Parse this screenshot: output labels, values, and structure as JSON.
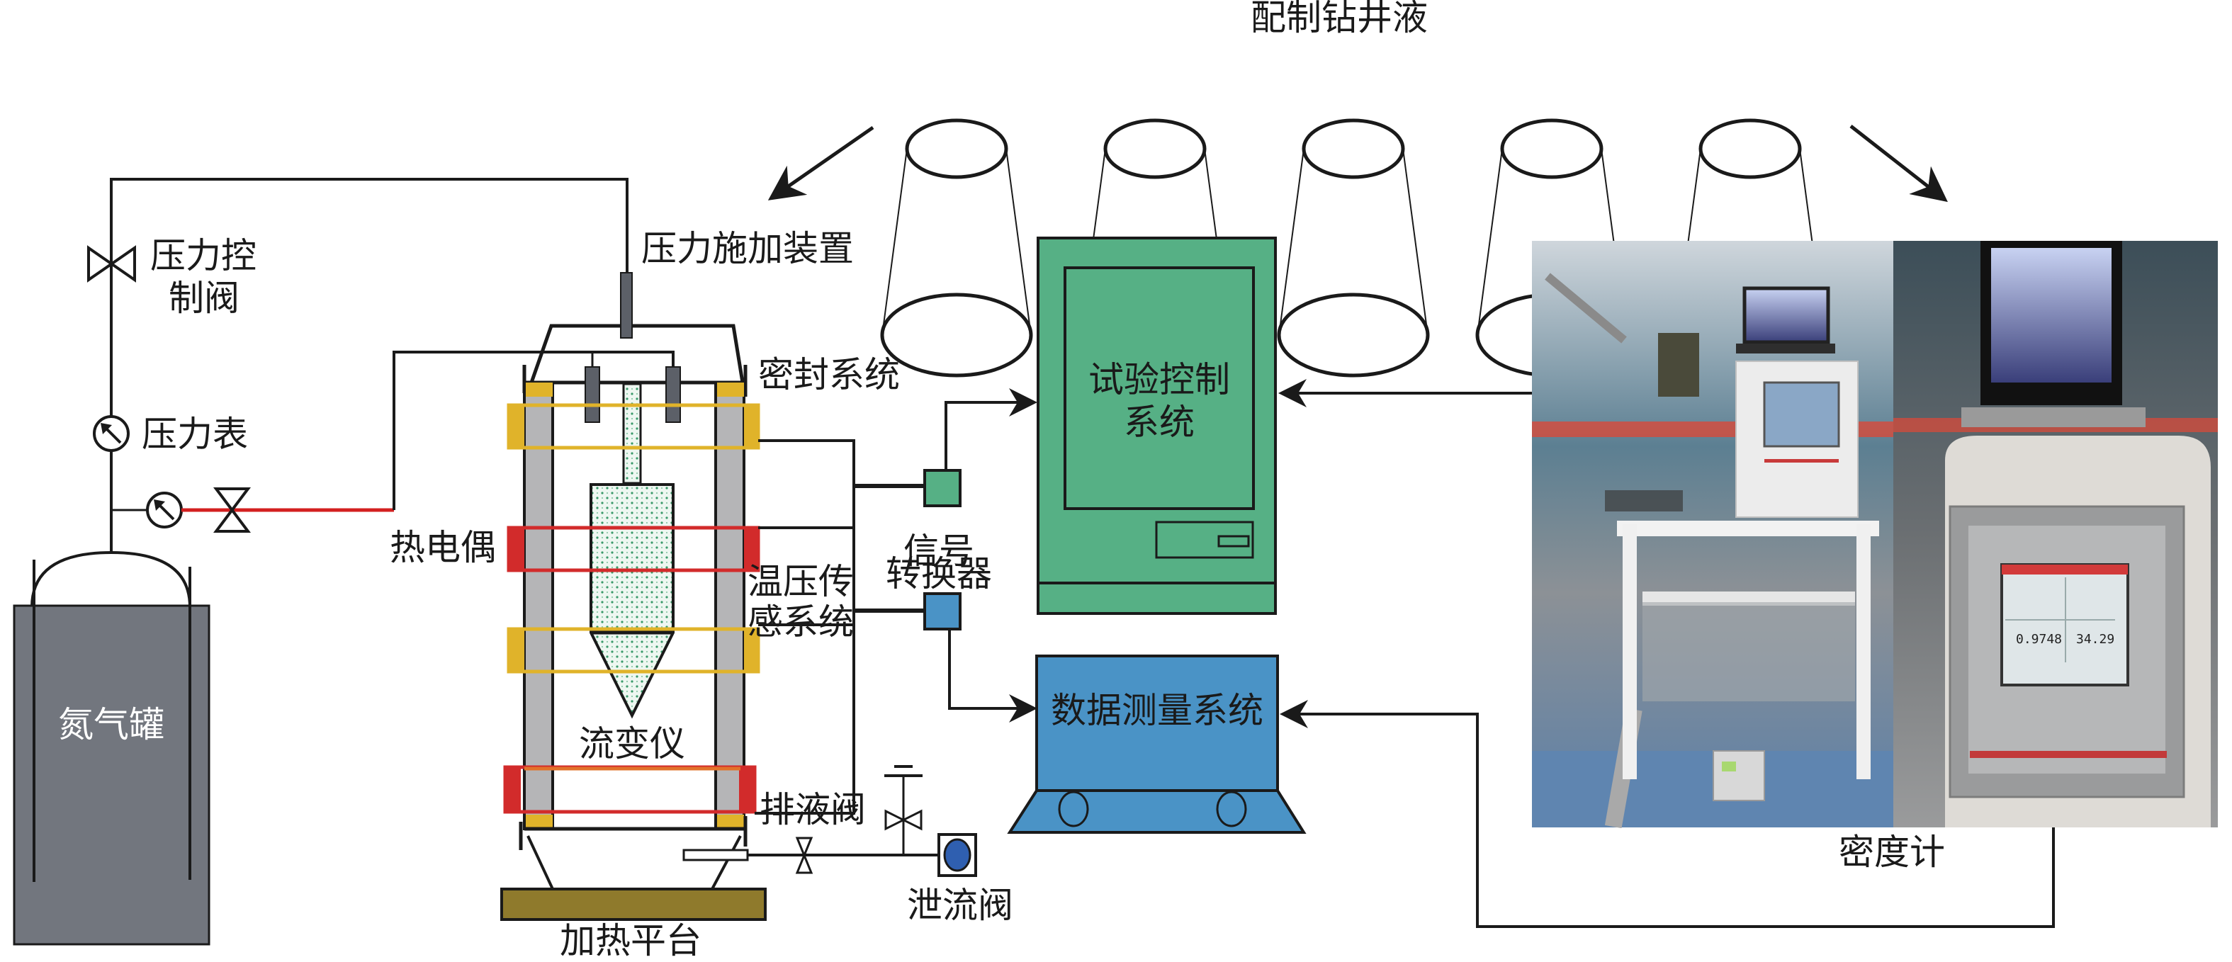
{
  "title": "配制钻井液",
  "labels": {
    "pressure_control_valve": [
      "压力控",
      "制阀"
    ],
    "pressure_gauge": "压力表",
    "pressure_applicator": "压力施加装置",
    "seal_system": "密封系统",
    "thermocouple": "热电偶",
    "temp_pressure_sensor": [
      "温压传",
      "感系统"
    ],
    "rheometer": "流变仪",
    "drain_valve": "排液阀",
    "relief_valve": "泄流阀",
    "heating_platform": "加热平台",
    "nitrogen_tank": "氮气罐",
    "signal_converter": [
      "信号",
      "转换器"
    ],
    "test_control_system": [
      "试验控制",
      "系统"
    ],
    "data_measurement_system": "数据测量系统",
    "density_meter": "密度计"
  },
  "cups": [
    {
      "name": "drilling-fluid-cup-1"
    },
    {
      "name": "drilling-fluid-cup-2"
    },
    {
      "name": "drilling-fluid-cup-3"
    },
    {
      "name": "drilling-fluid-cup-4"
    },
    {
      "name": "drilling-fluid-cup-5"
    }
  ],
  "photo": {
    "screen_readout_density": "0.9748",
    "screen_readout_temp": "34.29"
  },
  "colors": {
    "line": "#1a1a1a",
    "tank": "#72767e",
    "wall_gray": "#b5b5b7",
    "seal_yellow": "#e0b32a",
    "thermo_red": "#d22b2b",
    "red_pipe": "#d32020",
    "rheometer_fill": "#e8f4ee",
    "rheometer_dots": "#3a9a6a",
    "probe": "#5c6068",
    "control_green": "#56b085",
    "data_blue": "#4a93c6",
    "relief_blue": "#2f5fb0",
    "heater": "#8f7a2c"
  }
}
